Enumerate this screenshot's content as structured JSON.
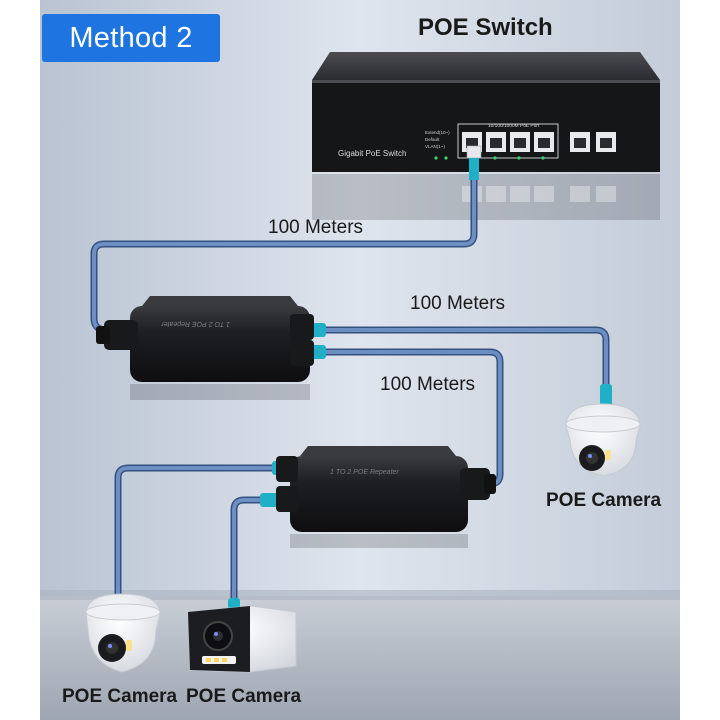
{
  "method_badge": "Method 2",
  "switch": {
    "title": "POE Switch",
    "panel_label": "Gigabit PoE Switch",
    "ports_label": "10/100/1000M PoE Port"
  },
  "cables": {
    "switch_to_repeater1": "100 Meters",
    "repeater1_to_camera": "100 Meters",
    "repeater1_to_repeater2": "100 Meters"
  },
  "repeaters": [
    {
      "label": "1 TO 2 POE Repeater"
    },
    {
      "label": "1 TO 2 POE Repeater"
    }
  ],
  "cameras": [
    {
      "label": "POE Camera",
      "type": "dome"
    },
    {
      "label": "POE Camera",
      "type": "dome"
    },
    {
      "label": "POE Camera",
      "type": "bullet"
    }
  ],
  "colors": {
    "badge": "#1e74e0",
    "cable": "#5f7fb0",
    "device_body": "#1c1c1e",
    "background": "#cdd6e2"
  },
  "icons": [
    "network-switch-icon",
    "poe-repeater-icon",
    "dome-camera-icon",
    "bullet-camera-icon",
    "rj45-connector-icon"
  ]
}
